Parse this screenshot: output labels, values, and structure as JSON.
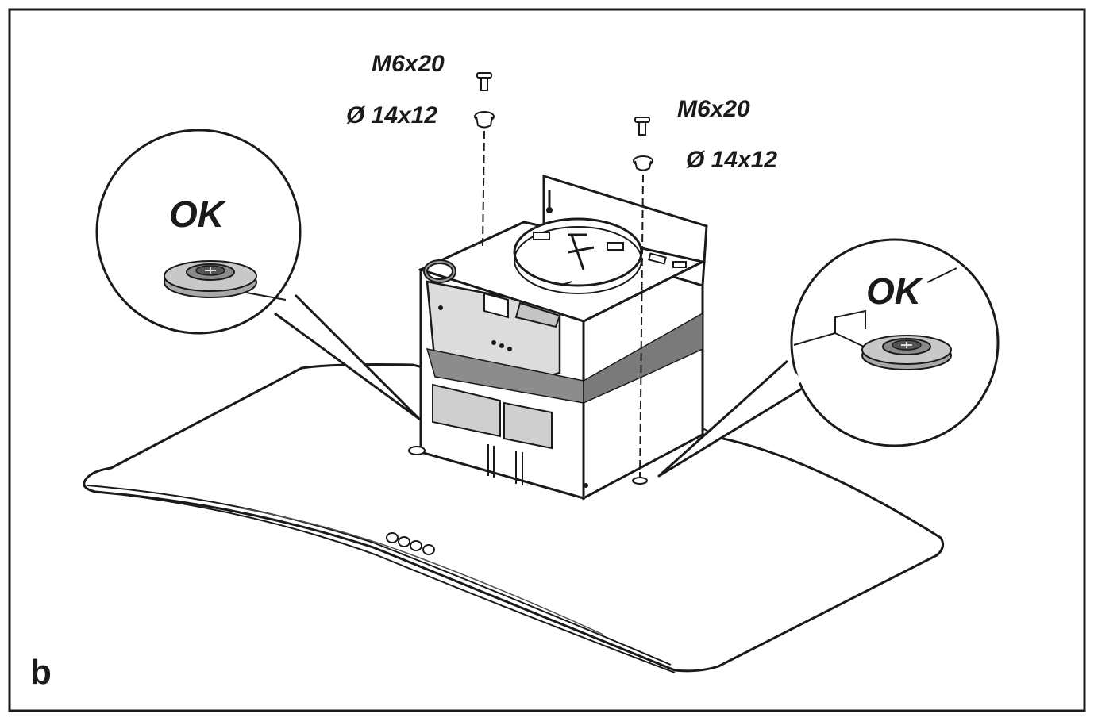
{
  "figure": {
    "panel_label": "b",
    "screws": [
      {
        "thread": "M6x20",
        "washer": "Ø 14x12"
      },
      {
        "thread": "M6x20",
        "washer": "Ø 14x12"
      }
    ],
    "callouts": [
      {
        "text": "OK"
      },
      {
        "text": "OK"
      }
    ],
    "colors": {
      "line": "#1a1a1a",
      "band_dark": "#7a7a7a",
      "band_mid": "#8c8c8c",
      "panel_light": "#dcdcdc",
      "panel_mid": "#c4c4c4",
      "washer": "#a8a8a8"
    }
  }
}
